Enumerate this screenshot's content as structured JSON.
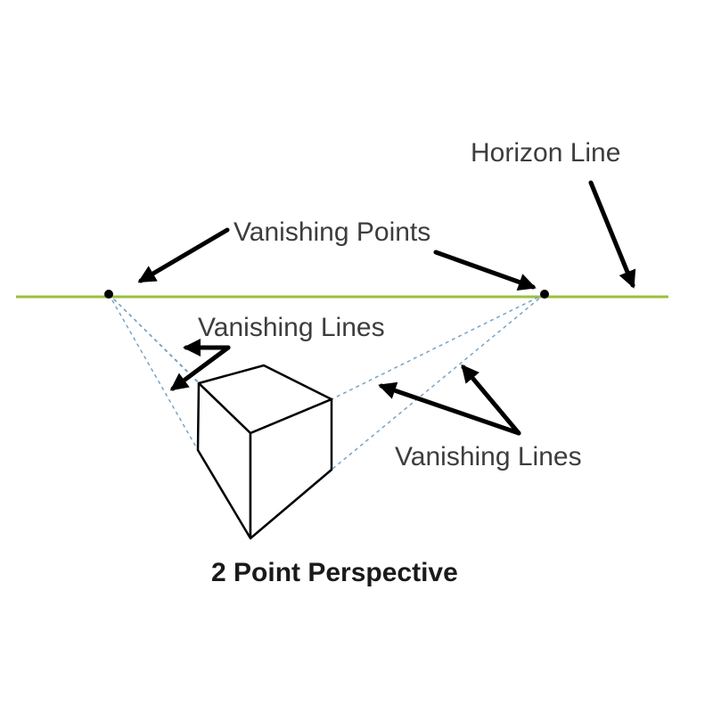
{
  "labels": {
    "horizon_line": "Horizon Line",
    "vanishing_points": "Vanishing Points",
    "vanishing_lines_left": "Vanishing Lines",
    "vanishing_lines_right": "Vanishing Lines"
  },
  "title": "2 Point Perspective",
  "colors": {
    "horizon": "#9bbf3c",
    "vanishing_line": "#7aa3c4",
    "ink": "#000000"
  }
}
